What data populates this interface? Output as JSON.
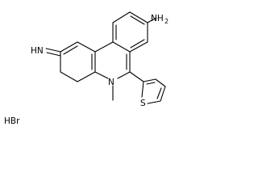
{
  "structure": {
    "atom_labels": {
      "amine": {
        "main": "NH",
        "sub": "2"
      },
      "imine": "HN",
      "ring_nitrogen": "N",
      "thiophene_sulfur": "S"
    },
    "salt_label": "HBr"
  }
}
